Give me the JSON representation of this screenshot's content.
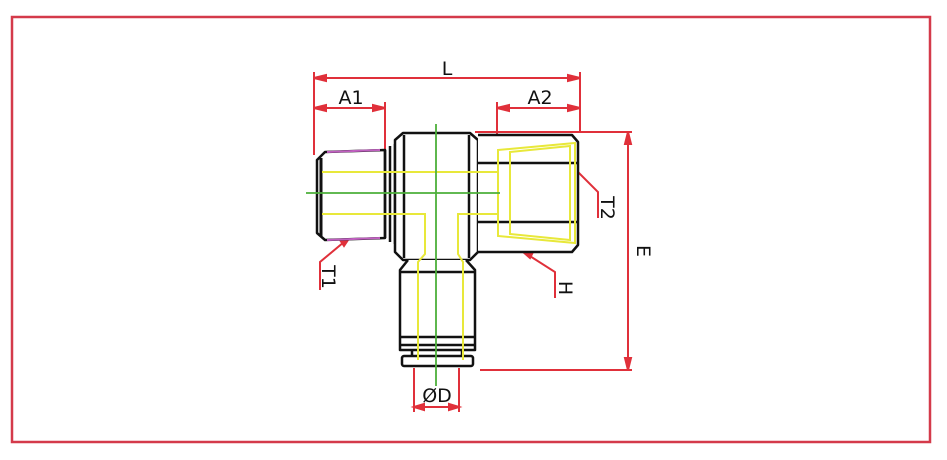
{
  "diagram": {
    "title": "Male branch tee fitting with female thread - dimension drawing",
    "colors": {
      "frame": "#d43a4a",
      "dimension": "#e0303a",
      "outline": "#111111",
      "inner": "#e8e83a",
      "centerline": "#4caf3a",
      "thread": "#c060c0"
    },
    "labels": {
      "L": "L",
      "A1": "A1",
      "A2": "A2",
      "E": "E",
      "T1": "T1",
      "T2": "T2",
      "H": "H",
      "D": "ØD"
    }
  }
}
